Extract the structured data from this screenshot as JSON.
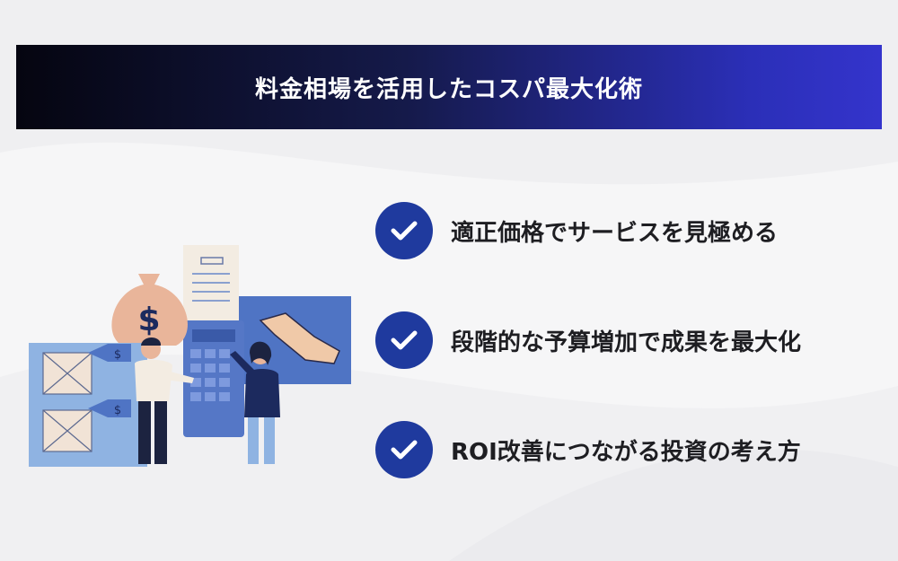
{
  "banner": {
    "title": "料金相場を活用したコスパ最大化術"
  },
  "points": [
    {
      "label": "適正価格でサービスを見極める",
      "icon": "checkmark-icon"
    },
    {
      "label": "段階的な予算増加で成果を最大化",
      "icon": "checkmark-icon"
    },
    {
      "label": "ROI改善につながる投資の考え方",
      "icon": "checkmark-icon"
    }
  ],
  "illustration": {
    "currency_symbol": "$",
    "tag_symbol": "$",
    "icon": "budget-illustration"
  },
  "colors": {
    "banner_start": "#050510",
    "banner_end": "#3434cc",
    "check_circle": "#1f3a9e",
    "text": "#1e1e22"
  }
}
